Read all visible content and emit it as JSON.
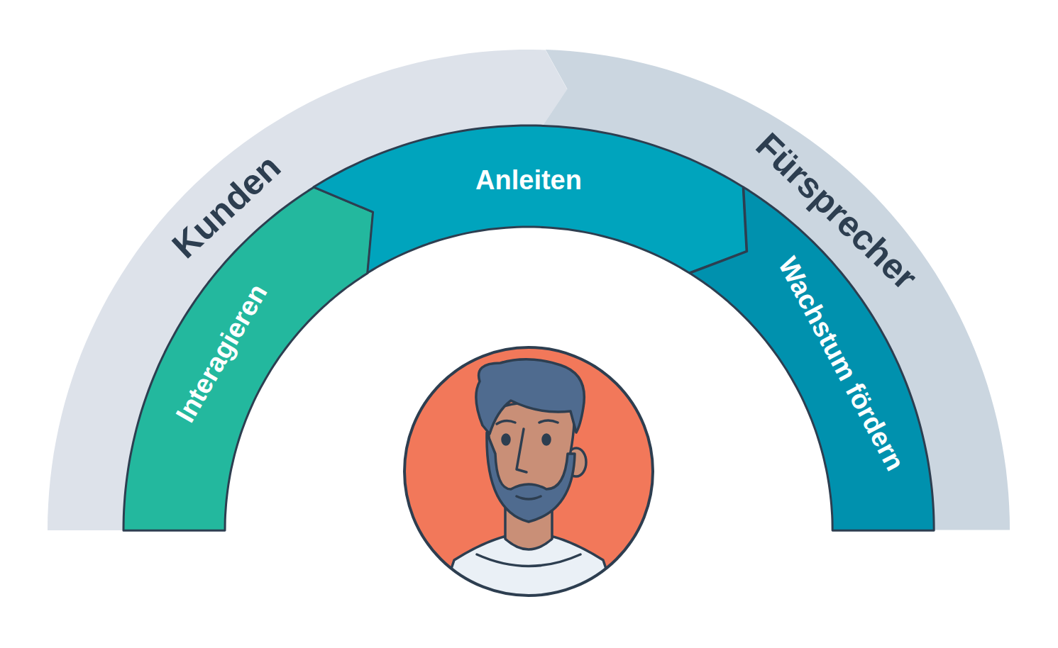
{
  "diagram": {
    "nodes": [
      {
        "text": [
          "Kunden"
        ]
      },
      {
        "text": [
          "Fürsprecher"
        ]
      },
      {
        "text": [
          "Interagieren"
        ]
      },
      {
        "text": [
          "Anleiten"
        ]
      },
      {
        "text": [
          "Wachstum fördern"
        ]
      }
    ]
  }
}
